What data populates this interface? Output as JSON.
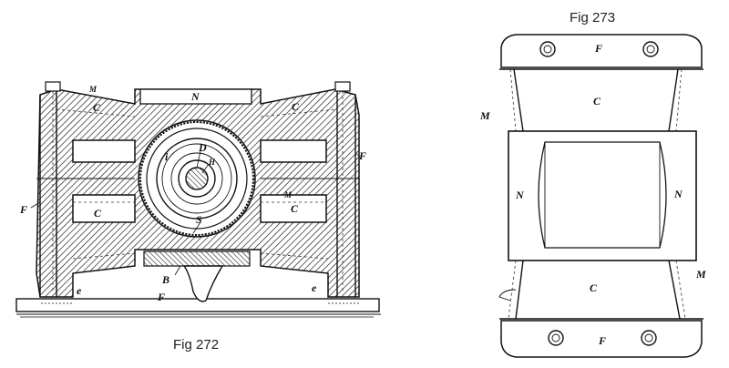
{
  "captions": {
    "fig272": "Fig 272",
    "fig273": "Fig 273"
  },
  "fig272_labels": {
    "M": "M",
    "N": "N",
    "C_left_top": "C",
    "C_right_top": "C",
    "F_left": "F",
    "F_right": "F",
    "i": "i",
    "D": "D",
    "H": "H",
    "M_inner": "M",
    "C_left_bottom": "C",
    "C_right_bottom": "C",
    "S": "S",
    "B": "B",
    "F_base": "F",
    "e_left": "e",
    "e_right": "e"
  },
  "fig273_labels": {
    "F_top": "F",
    "C_top": "C",
    "M_left": "M",
    "N_left": "N",
    "N_right": "N",
    "C_bottom": "C",
    "M_right": "M",
    "F_bottom": "F"
  }
}
